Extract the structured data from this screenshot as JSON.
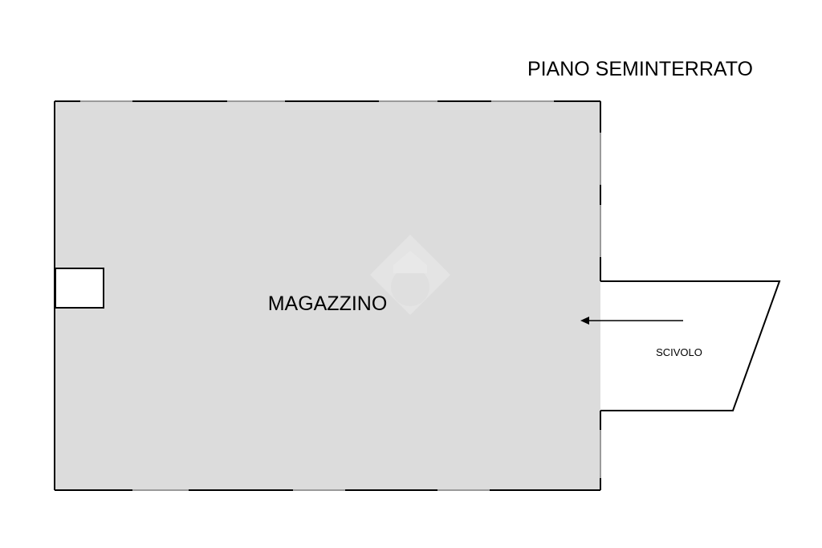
{
  "floor_title": "PIANO SEMINTERRATO",
  "rooms": {
    "main_room": "MAGAZZINO",
    "ramp": "SCIVOLO"
  },
  "colors": {
    "room_fill": "#dcdcdc",
    "wall": "#000000",
    "background": "#ffffff",
    "watermark": "#ebebeb"
  },
  "icons": {
    "watermark": "house-logo-watermark",
    "arrow": "left-arrow"
  }
}
